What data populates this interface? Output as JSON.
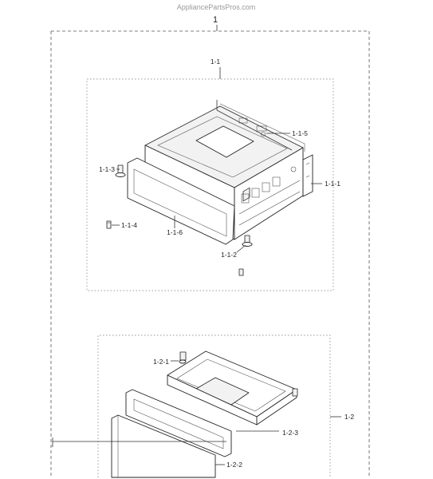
{
  "watermark": "AppliancePartsPros.com",
  "labels": {
    "assembly": "1",
    "group_1": "1-1",
    "group_2": "1-2",
    "p_1_1_1": "1-1-1",
    "p_1_1_2": "1-1-2",
    "p_1_1_3": "1-1-3",
    "p_1_1_4": "1-1-4",
    "p_1_1_5": "1-1-5",
    "p_1_1_6": "1-1-6",
    "p_1_2_1": "1-2-1",
    "p_1_2_2": "1-2-2",
    "p_1_2_3": "1-2-3"
  }
}
